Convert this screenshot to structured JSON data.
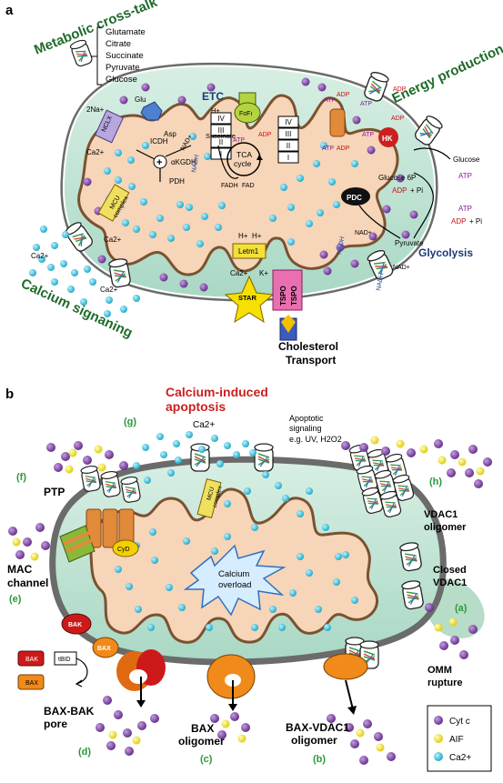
{
  "panel_a": {
    "label": "a",
    "metabolic_title": "Metabolic cross-talk",
    "metabolites": [
      "Glutamate",
      "Citrate",
      "Succinate",
      "Pyruvate",
      "Glucose"
    ],
    "energy_title": "Energy production",
    "calcium_title": "Calcium signaning",
    "glycolysis": "Glycolysis",
    "cholesterol": [
      "Cholesterol",
      "Transport"
    ],
    "etc": "ETC",
    "complexes": [
      "IV",
      "III",
      "II",
      "I"
    ],
    "fofi": "FoFı",
    "tca": [
      "TCA",
      "cycle"
    ],
    "ncx": "NCLX",
    "mcu": [
      "MCU",
      "complex"
    ],
    "letm1": "Letm1",
    "pdc": "PDC",
    "hk": "HK",
    "tspo": "TSPO",
    "star": "STAR",
    "labels": {
      "glu": "Glu",
      "asp": "Asp",
      "na": "2Na+",
      "ca": "Ca2+",
      "icdh": "ICDH",
      "akgdh": "αKGDH",
      "pdh": "PDH",
      "succinate": "Succinate",
      "nadh": "NADH",
      "nad": "NAD+",
      "fadh": "FADH",
      "fad": "FAD",
      "h": "H+",
      "k": "K+",
      "atp": "ATP",
      "adp": "ADP",
      "pi": "+ Pi",
      "glucose": "Glucose",
      "glucose6p": "Glucose 6P",
      "pyruvate": "Pyruvate",
      "plus": "+"
    }
  },
  "panel_b": {
    "label": "b",
    "calcium_apoptosis": [
      "Calcium-induced",
      "apoptosis"
    ],
    "g": "(g)",
    "ca": "Ca2+",
    "apoptotic_signal": [
      "Apoptotic",
      "signaling",
      "e.g. UV, H2O2"
    ],
    "f": "(f)",
    "ptp": "PTP",
    "h": "(h)",
    "vdac1_oligomer": [
      "VDAC1",
      "oligomer"
    ],
    "mac": [
      "MAC",
      "channel"
    ],
    "e": "(e)",
    "closed_vdac1": [
      "Closed",
      "VDAC1"
    ],
    "a": "(a)",
    "calcium_overload": [
      "Calcium",
      "overload"
    ],
    "omm_rupture": [
      "OMM",
      "rupture"
    ],
    "bax_bak_pore": [
      "BAX-BAK",
      "pore"
    ],
    "d": "(d)",
    "bax_oligomer": [
      "BAX",
      "oligomer"
    ],
    "c": "(c)",
    "bax_vdac1_oligomer": [
      "BAX-VDAC1",
      "oligomer"
    ],
    "b": "(b)",
    "bak": "BAK",
    "bax": "BAX",
    "tbid": "tBID",
    "cyd": "CyD",
    "mcu": [
      "MCU",
      "complex"
    ],
    "legend": [
      {
        "label": "Cyt c",
        "color": "#7a3d9a"
      },
      {
        "label": "AIF",
        "color": "#f2e600"
      },
      {
        "label": "Ca2+",
        "color": "#29b5cc"
      }
    ]
  }
}
